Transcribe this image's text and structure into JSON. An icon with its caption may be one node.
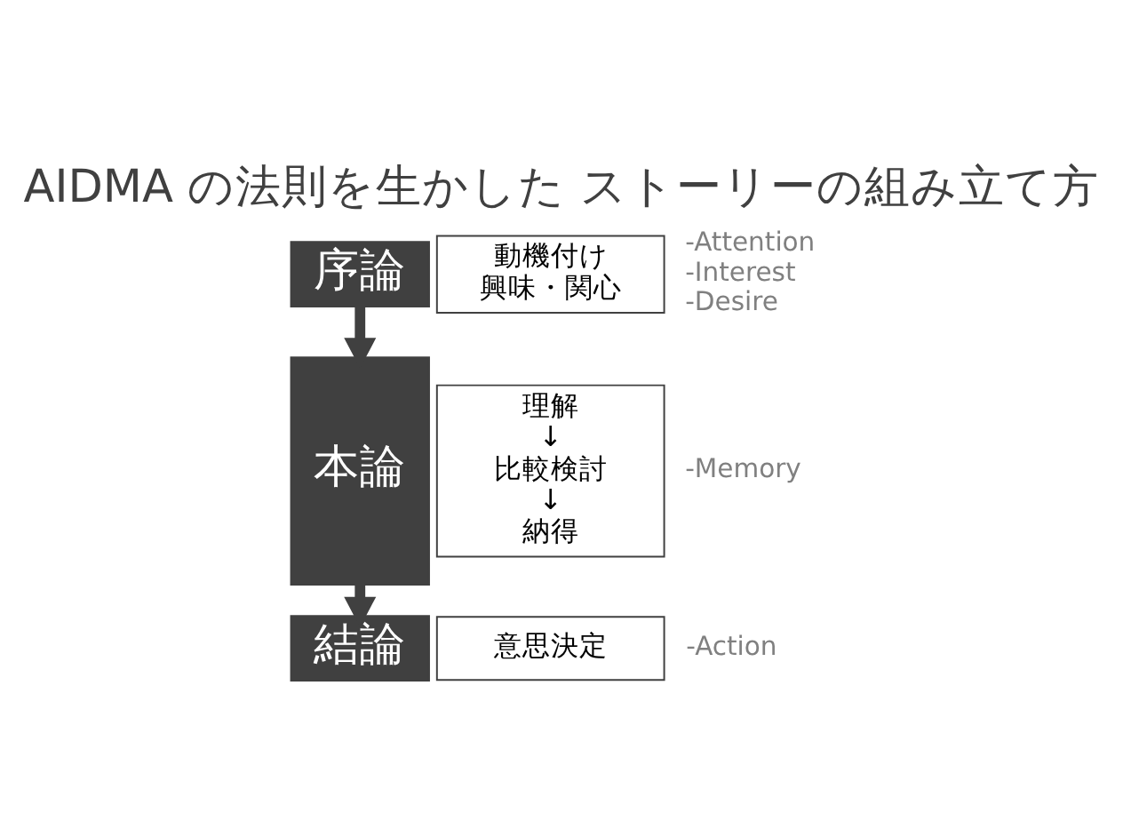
{
  "diagram": {
    "title": "AIDMA の法則を生かした ストーリーの組み立て方",
    "nodes": [
      {
        "text": [
          "序論"
        ]
      },
      {
        "text": [
          "動機付け",
          "興味・関心"
        ],
        "beside": [
          "-Attention",
          "-Interest",
          "-Desire"
        ]
      },
      {
        "text": [
          "本論"
        ]
      },
      {
        "text": [
          "理解",
          "↓",
          "比較検討",
          "↓",
          "納得"
        ],
        "beside": [
          "-Memory"
        ]
      },
      {
        "text": [
          "結論"
        ]
      },
      {
        "text": [
          "意思決定"
        ],
        "beside": [
          "-Action"
        ]
      }
    ],
    "edges": [
      {
        "from": 0,
        "to": 2,
        "arrow": "to"
      },
      {
        "from": 2,
        "to": 4,
        "arrow": "to"
      }
    ]
  }
}
